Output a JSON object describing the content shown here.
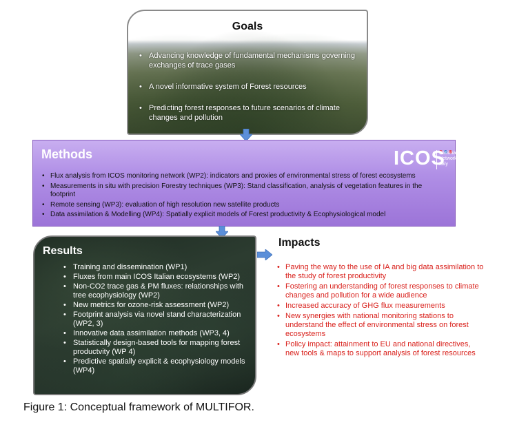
{
  "goals": {
    "title": "Goals",
    "items": [
      "Advancing knowledge of fundamental mechanisms governing exchanges of trace gases",
      "A novel informative system of Forest resources",
      "Predicting forest responses to future scenarios of climate changes and pollution"
    ]
  },
  "methods": {
    "title": "Methods",
    "logo": {
      "word": "ICOS",
      "line1": "National",
      "line2": "Network",
      "line3": "Italy",
      "dot_colors": [
        "#e2445c",
        "#4a7fd4",
        "#e2445c"
      ]
    },
    "items": [
      "Flux analysis from ICOS monitoring network (WP2): indicators and proxies of environmental stress of forest ecosystems",
      "Measurements in situ with precision Forestry techniques (WP3): Stand classification, analysis of vegetation features in the footprint",
      "Remote sensing (WP3): evaluation of high resolution new satellite products",
      "Data assimilation & Modelling (WP4): Spatially explicit models of Forest productivity & Ecophysiological model"
    ]
  },
  "results": {
    "title": "Results",
    "items": [
      "Training and dissemination (WP1)",
      "Fluxes from main ICOS Italian ecosystems (WP2)",
      "Non-CO2 trace gas & PM fluxes: relationships with tree ecophysiology (WP2)",
      "New metrics for ozone-risk assessment (WP2)",
      "Footprint analysis via novel stand characterization (WP2, 3)",
      "Innovative data assimilation methods (WP3, 4)",
      "Statistically design-based tools for mapping forest productvity (WP 4)",
      "Predictive spatially explicit & ecophysiology models (WP4)"
    ]
  },
  "impacts": {
    "title": "Impacts",
    "items": [
      "Paving the way to the use of IA and big data assimilation to the study of forest productivity",
      "Fostering an understanding of forest responses to climate changes and pollution for a wide audience",
      "Increased accuracy of GHG flux measurements",
      "New synergies with national monitoring stations to understand the effect of environmental stress on forest ecosystems",
      "Policy impact: attainment to EU and national directives, new tools & maps to support analysis of forest resources"
    ]
  },
  "caption": "Figure 1: Conceptual framework of MULTIFOR.",
  "colors": {
    "arrow": "#5b8fd9",
    "impact_text": "#d9211c",
    "methods_band": "#b08fe6"
  }
}
